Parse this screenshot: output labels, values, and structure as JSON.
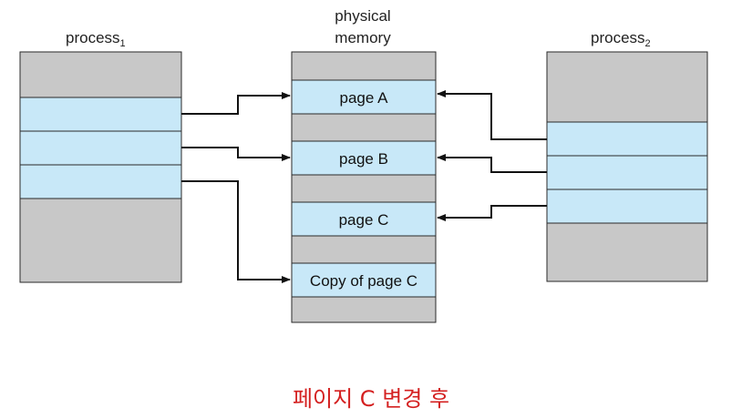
{
  "labels": {
    "process1_name": "process",
    "process1_sub": "1",
    "memory_line1": "physical",
    "memory_line2": "memory",
    "process2_name": "process",
    "process2_sub": "2"
  },
  "pages": {
    "page_a": "page A",
    "page_b": "page B",
    "page_c": "page C",
    "copy_c": "Copy of page C"
  },
  "caption": "페이지 C 변경 후",
  "colors": {
    "gray_block": "#c8c8c8",
    "page_block": "#c8e8f8",
    "outline": "#2a2a2a",
    "arrow": "#111111",
    "caption": "#d42020"
  }
}
